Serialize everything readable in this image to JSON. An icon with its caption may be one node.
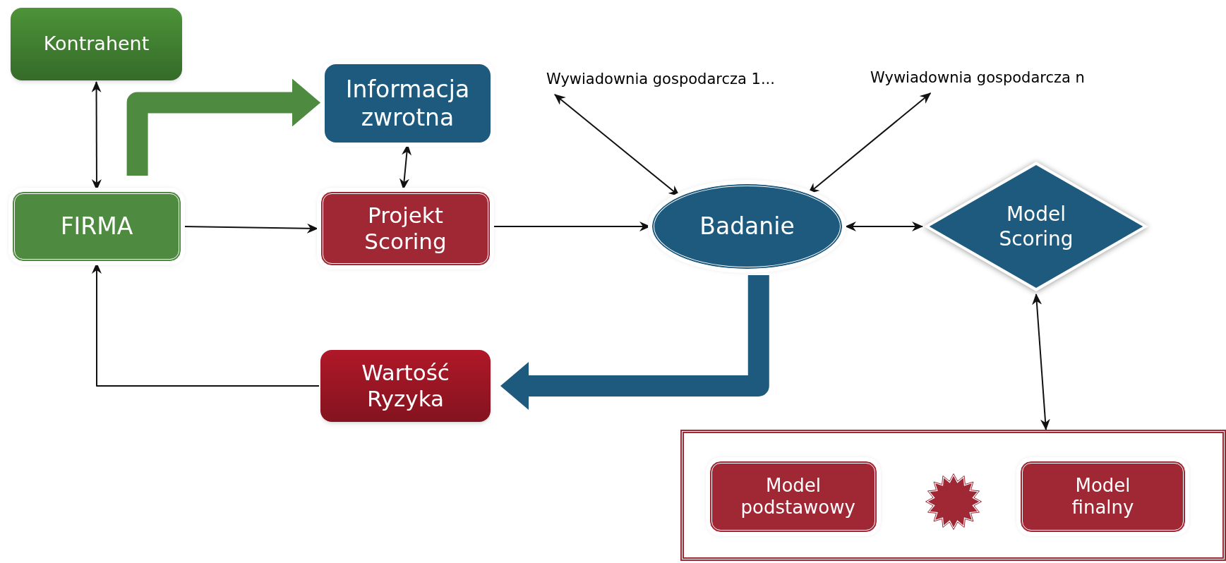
{
  "diagram": {
    "nodes": [
      {
        "text": [
          "Kontrahent"
        ]
      },
      {
        "text": [
          "Informacja zwrotna"
        ]
      },
      {
        "text": [
          "Wywiadownia gospodarcza 1..."
        ]
      },
      {
        "text": [
          "Wywiadownia gospodarcza n"
        ]
      },
      {
        "text": [
          "FIRMA"
        ]
      },
      {
        "text": [
          "Projekt Scoring"
        ]
      },
      {
        "text": [
          "Badanie"
        ]
      },
      {
        "text": [
          "Model Scoring"
        ]
      },
      {
        "text": [
          "Wartość Ryzyka"
        ]
      },
      {
        "text": [],
        "shape": "box"
      },
      {
        "text": [
          "Model podstawowy"
        ],
        "in": 9
      },
      {
        "text": [
          "Model finalny"
        ],
        "in": 9
      }
    ],
    "edges": [
      {
        "from": 0,
        "to": 4,
        "arrow": "both"
      },
      {
        "from": 1,
        "to": 5,
        "arrow": "both"
      },
      {
        "from": 4,
        "to": 5,
        "arrow": "to"
      },
      {
        "from": 5,
        "to": 6,
        "arrow": "to"
      },
      {
        "from": 2,
        "to": 6,
        "arrow": "both"
      },
      {
        "from": 3,
        "to": 6,
        "arrow": "both"
      },
      {
        "from": 6,
        "to": 7,
        "arrow": "both"
      },
      {
        "from": 7,
        "to": 9,
        "arrow": "both"
      },
      {
        "from": 8,
        "to": 4,
        "arrow": "to"
      },
      {
        "from": 4,
        "to": 1,
        "arrow": "to",
        "style": "thick",
        "color": "#4f8a41"
      },
      {
        "from": 6,
        "to": 8,
        "arrow": "to",
        "style": "thick",
        "color": "#1e5a7d"
      }
    ]
  }
}
